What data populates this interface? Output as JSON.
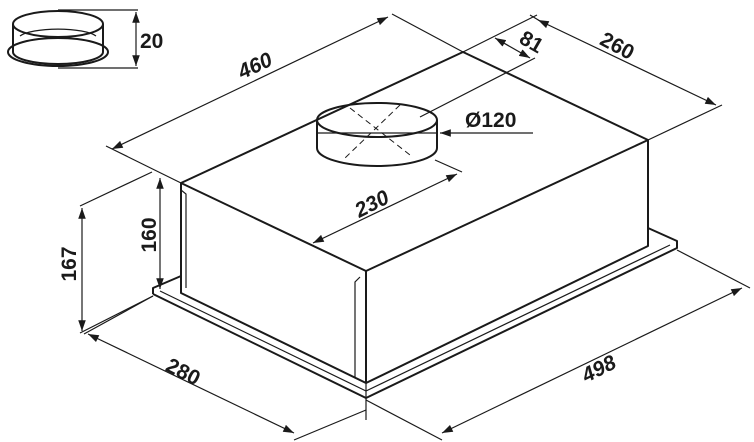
{
  "diagram": {
    "title": "Built-in cooker hood dimensional drawing",
    "dimensions": {
      "collar_height": "20",
      "length_top": "460",
      "duct_offset": "81",
      "depth_top": "260",
      "duct_diameter": "Ø120",
      "duct_position": "230",
      "body_height": "160",
      "total_height": "167",
      "depth_bottom": "280",
      "length_bottom": "498"
    }
  }
}
